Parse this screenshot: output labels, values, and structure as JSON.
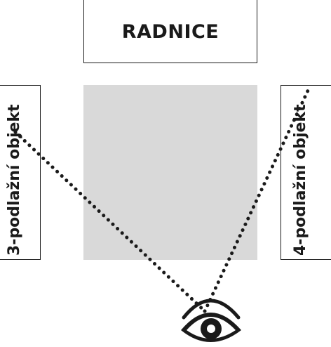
{
  "labels": {
    "town_hall": "RADNICE",
    "left_building": "3-podlažní objekt",
    "right_building": "4-podlažní objekt"
  },
  "icons": {
    "viewer": "eye-icon"
  },
  "colors": {
    "ink": "#1a1a1a",
    "square_fill": "#d9d9d9",
    "background": "#ffffff"
  }
}
